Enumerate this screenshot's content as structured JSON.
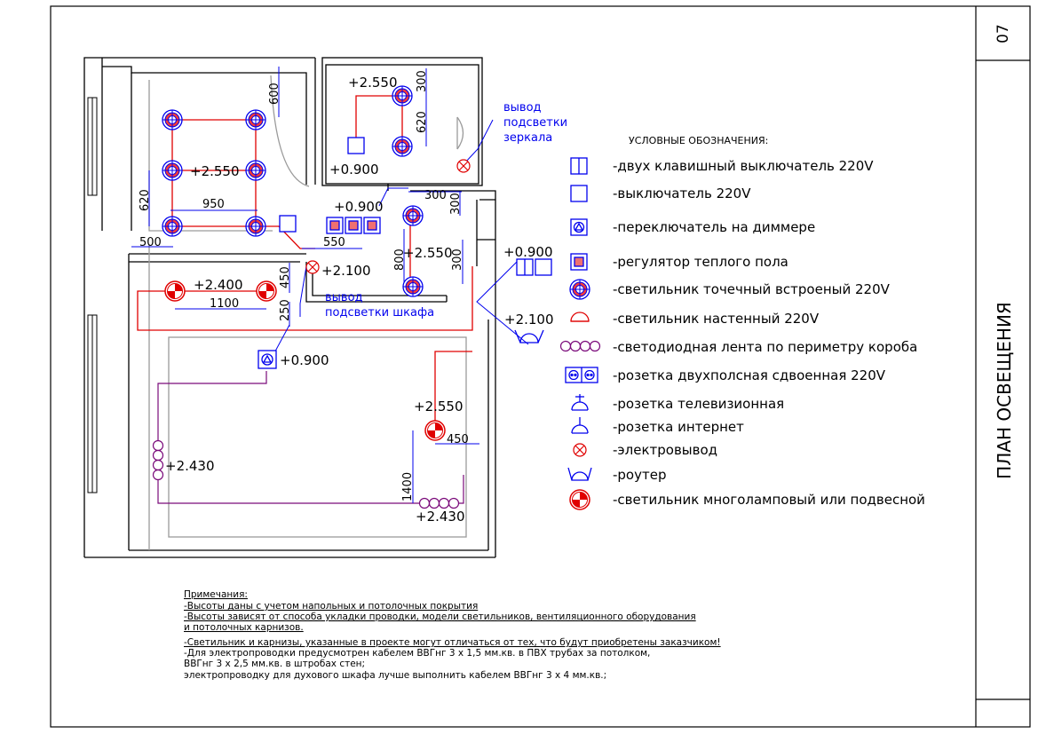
{
  "sheet": {
    "number": "07",
    "title": "ПЛАН ОСВЕЩЕНИЯ"
  },
  "plan": {
    "heights": {
      "h2550_a": "+2.550",
      "h2550_b": "+2.550",
      "h2550_c": "+2.550",
      "h2550_d": "+2.550",
      "h0900_a": "+0.900",
      "h0900_b": "+0.900",
      "h0900_c": "+0.900",
      "h0900_d": "+0.900",
      "h2100_a": "+2.100",
      "h2100_b": "+2.100",
      "h2400": "+2.400",
      "h2430_a": "+2.430",
      "h2430_b": "+2.430"
    },
    "dimensions": {
      "d600": "600",
      "d300_a": "300",
      "d620_a": "620",
      "d620_b": "620",
      "d950": "950",
      "d500": "500",
      "d550": "550",
      "d300_b": "300",
      "d300_c": "300",
      "d800": "800",
      "d300_d": "300",
      "d450_a": "450",
      "d1100": "1100",
      "d250": "250",
      "d450_b": "450",
      "d1400": "1400"
    },
    "callouts": {
      "mirror_1": "вывод",
      "mirror_2": "подсветки",
      "mirror_3": "зеркала",
      "cabinet_1": "вывод",
      "cabinet_2": "подсветки шкафа"
    }
  },
  "legend": {
    "title": "УСЛОВНЫЕ ОБОЗНАЧЕНИЯ:",
    "items": [
      {
        "icon": "double-switch-icon",
        "label": "-двух клавишный выключатель 220V"
      },
      {
        "icon": "switch-icon",
        "label": "-выключатель 220V"
      },
      {
        "icon": "dimmer-switch-icon",
        "label": "-переключатель на диммере"
      },
      {
        "icon": "floor-heating-regulator-icon",
        "label": "-регулятор теплого пола"
      },
      {
        "icon": "recessed-spotlight-icon",
        "label": "-светильник точечный встроеный 220V"
      },
      {
        "icon": "wall-lamp-icon",
        "label": "-светильник настенный 220V"
      },
      {
        "icon": "led-strip-icon",
        "label": "-светодиодная лента по периметру короба"
      },
      {
        "icon": "double-socket-icon",
        "label": "-розетка двухполсная сдвоенная 220V"
      },
      {
        "icon": "tv-socket-icon",
        "label": "-розетка телевизионная"
      },
      {
        "icon": "internet-socket-icon",
        "label": "-розетка интернет"
      },
      {
        "icon": "electrical-outlet-icon",
        "label": "-электровывод"
      },
      {
        "icon": "router-icon",
        "label": "-роутер"
      },
      {
        "icon": "pendant-lamp-icon",
        "label": "-светильник многоламповый или подвесной"
      }
    ]
  },
  "notes": {
    "title": "Примечания:",
    "lines": [
      "-Высоты даны с учетом напольных и потолочных покрытия",
      "-Высоты зависят от способа укладки проводки, модели светильников, вентиляционного оборудования",
      " и потолочных карнизов.",
      "-Светильник и карнизы, указанные в проекте могут отличаться от тех, что будут приобретены заказчиком!",
      "-Для электропроводки предусмотрен кабелем ВВГнг 3 х 1,5 мм.кв. в ПВХ трубах за потолком,",
      "ВВГнг 3 х 2,5 мм.кв. в штробах стен;",
      "электропроводку для духового шкафа лучше выполнить кабелем ВВГнг 3 х 4 мм.кв.;"
    ]
  },
  "colors": {
    "wire_red": "#e00000",
    "dim_blue": "#0000ee",
    "wall": "#000000",
    "hatch_gray": "#9a9a9a",
    "led_purple": "#7a0a7a"
  }
}
